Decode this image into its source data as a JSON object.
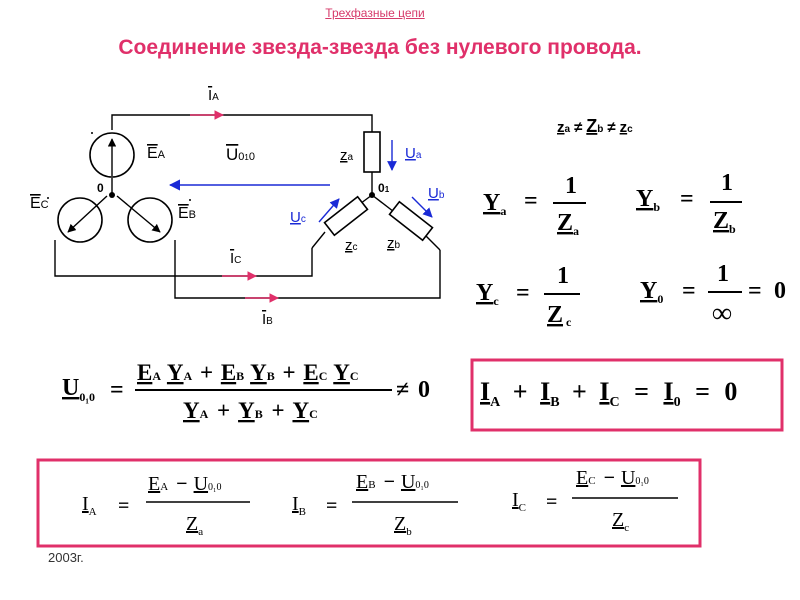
{
  "header": {
    "breadcrumb": "Трехфазные цепи",
    "title": "Соединение звезда-звезда без нулевого провода."
  },
  "circuit": {
    "labels": {
      "ia": "I",
      "ia_sub": "A",
      "ib": "I",
      "ib_sub": "B",
      "ic": "I",
      "ic_sub": "C",
      "ea": "E",
      "ea_sub": "A",
      "eb": "E",
      "eb_sub": "B",
      "ec": "E",
      "ec_sub": "C",
      "u010": "U",
      "u010_sub": "0",
      "u010_sub2": "1",
      "u010_sub3": "0",
      "node0": "0",
      "node01": "0",
      "node01_sub": "1",
      "za": "z",
      "za_sub": "a",
      "zb": "z",
      "zb_sub": "b",
      "zc": "z",
      "zc_sub": "c",
      "ua": "U",
      "ua_sub": "a",
      "ub": "U",
      "ub_sub": "b",
      "uc": "U",
      "uc_sub": "c"
    },
    "colors": {
      "wire": "#000000",
      "current_arrow": "#e0306a",
      "voltage_arrow": "#1a2ad6",
      "voltage_label": "#1a2ad6"
    }
  },
  "formulas": {
    "inequality": {
      "za": "z",
      "za_sub": "a",
      "zb": "Z",
      "zb_sub": "b",
      "zc": "z",
      "zc_sub": "c",
      "neq": "≠"
    },
    "ya": {
      "lhs": "Y",
      "lhs_sub": "a",
      "eq": "=",
      "num": "1",
      "den": "Z",
      "den_sub": "a"
    },
    "yb": {
      "lhs": "Y",
      "lhs_sub": "b",
      "eq": "=",
      "num": "1",
      "den": "Z",
      "den_sub": "b"
    },
    "yc": {
      "lhs": "Y",
      "lhs_sub": "c",
      "eq": "=",
      "num": "1",
      "den": "Z",
      "den_sub": "c"
    },
    "y0": {
      "lhs": "Y",
      "lhs_sub": "0",
      "eq": "=",
      "num": "1",
      "den": "∞",
      "eq2": "=",
      "val": "0"
    },
    "u010": {
      "lhs": "U",
      "lhs_sub": "0₁0",
      "eq": "=",
      "num": [
        "E",
        "A",
        "Y",
        "A",
        "+",
        "E",
        "B",
        "Y",
        "B",
        "+",
        "E",
        "C",
        "Y",
        "C"
      ],
      "den": [
        "Y",
        "A",
        "+",
        "Y",
        "B",
        "+",
        "Y",
        "C"
      ],
      "neq": "≠",
      "val": "0"
    },
    "kirchhoff": {
      "terms": [
        "I",
        "A",
        "+",
        "I",
        "B",
        "+",
        "I",
        "C",
        "=",
        "I",
        "0",
        "=",
        "0"
      ]
    },
    "currents": [
      {
        "lhs": "I",
        "lhs_sub": "A",
        "eq": "=",
        "num_e": "E",
        "num_e_sub": "A",
        "minus": "−",
        "num_u": "U",
        "num_u_sub": "0₁0",
        "den": "Z",
        "den_sub": "a"
      },
      {
        "lhs": "I",
        "lhs_sub": "B",
        "eq": "=",
        "num_e": "E",
        "num_e_sub": "B",
        "minus": "−",
        "num_u": "U",
        "num_u_sub": "0₁0",
        "den": "Z",
        "den_sub": "b"
      },
      {
        "lhs": "I",
        "lhs_sub": "C",
        "eq": "=",
        "num_e": "E",
        "num_e_sub": "C",
        "minus": "−",
        "num_u": "U",
        "num_u_sub": "0₁0",
        "den": "Z",
        "den_sub": "c"
      }
    ]
  },
  "box_color": "#e0306a",
  "footer": {
    "year": "2003г."
  }
}
